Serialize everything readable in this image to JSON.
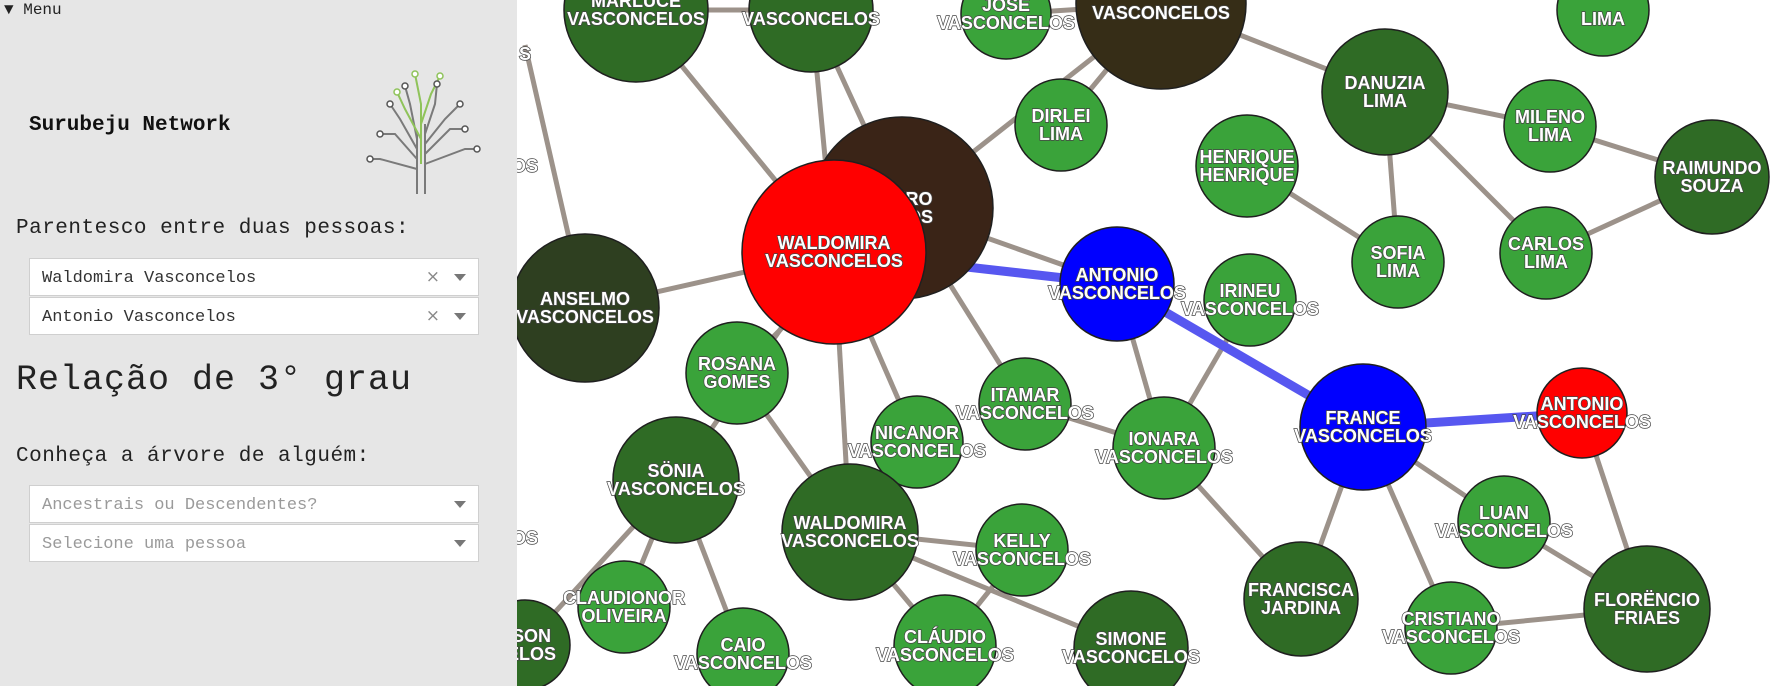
{
  "menu": {
    "toggle_icon": "▼",
    "label": "Menu"
  },
  "brand": {
    "title": "Surubeju Network",
    "logo_icon": "circuit-tree-icon"
  },
  "relationship": {
    "label": "Parentesco entre duas pessoas:",
    "person1": "Waldomira Vasconcelos",
    "person2": "Antonio Vasconcelos",
    "clear_glyph": "×",
    "result": "Relação de 3° grau"
  },
  "tree": {
    "label": "Conheça a árvore de alguém:",
    "type_placeholder": "Ancestrais ou Descendentes?",
    "person_placeholder": "Selecione uma pessoa"
  },
  "colors": {
    "sidebar_bg": "#e6e6e6",
    "path_edge": "#5757f0",
    "edge": "#9c928a",
    "node_endpoint": "#ff0000",
    "node_path": "#0000ff",
    "node_dark_green": "#2f6b25",
    "node_green": "#3aa33a",
    "node_olive": "#2e3f20"
  },
  "graph": {
    "nodes": [
      {
        "id": "marluce",
        "label": [
          "MARLUCE",
          "VASCONCELOS"
        ],
        "type": "darkgreen"
      },
      {
        "id": "v2",
        "label": [
          "",
          "VASCONCELOS"
        ],
        "type": "darkgreen"
      },
      {
        "id": "jose",
        "label": [
          "JOSÉ",
          "VASCONCELOS"
        ],
        "type": "green"
      },
      {
        "id": "v4",
        "label": [
          "",
          "VASCONCELOS"
        ],
        "type": "brown"
      },
      {
        "id": "lima_top",
        "label": [
          "",
          "LIMA"
        ],
        "type": "green"
      },
      {
        "id": "dirlei",
        "label": [
          "DIRLEI",
          "LIMA"
        ],
        "type": "green"
      },
      {
        "id": "danuzia",
        "label": [
          "DANUZIA",
          "LIMA"
        ],
        "type": "darkgreen"
      },
      {
        "id": "mileno",
        "label": [
          "MILENO",
          "LIMA"
        ],
        "type": "green"
      },
      {
        "id": "raimundo",
        "label": [
          "RAIMUNDO",
          "SOUZA"
        ],
        "type": "darkgreen"
      },
      {
        "id": "henrique",
        "label": [
          "HENRIQUE",
          "HENRIQUE"
        ],
        "type": "green"
      },
      {
        "id": "sofia",
        "label": [
          "SOFIA",
          "LIMA"
        ],
        "type": "green"
      },
      {
        "id": "carlos",
        "label": [
          "CARLOS",
          "LIMA"
        ],
        "type": "green"
      },
      {
        "id": "dark_big",
        "label": [
          "OMIRO",
          "CELOS"
        ],
        "type": "darkbrown"
      },
      {
        "id": "waldomira1",
        "label": [
          "WALDOMIRA",
          "VASCONCELOS"
        ],
        "type": "red"
      },
      {
        "id": "antonio1",
        "label": [
          "ANTONIO",
          "VASCONCELOS"
        ],
        "type": "blue"
      },
      {
        "id": "irineu",
        "label": [
          "IRINEU",
          "VASCONCELOS"
        ],
        "type": "green"
      },
      {
        "id": "anselmo",
        "label": [
          "ANSELMO",
          "VASCONCELOS"
        ],
        "type": "olive"
      },
      {
        "id": "rosana",
        "label": [
          "ROSANA",
          "GOMES"
        ],
        "type": "green"
      },
      {
        "id": "itamar",
        "label": [
          "ITAMAR",
          "VASCONCELOS"
        ],
        "type": "green"
      },
      {
        "id": "ionara",
        "label": [
          "IONARA",
          "VASCONCELOS"
        ],
        "type": "green"
      },
      {
        "id": "france",
        "label": [
          "FRANCE",
          "VASCONCELOS"
        ],
        "type": "blue"
      },
      {
        "id": "antonio2",
        "label": [
          "ANTONIO",
          "VASCONCELOS"
        ],
        "type": "red"
      },
      {
        "id": "nicanor",
        "label": [
          "NICANOR",
          "VASCONCELOS"
        ],
        "type": "green"
      },
      {
        "id": "sonia",
        "label": [
          "SÖNIA",
          "VASCONCELOS"
        ],
        "type": "darkgreen"
      },
      {
        "id": "waldomira2",
        "label": [
          "WALDOMIRA",
          "VASCONCELOS"
        ],
        "type": "darkgreen"
      },
      {
        "id": "kelly",
        "label": [
          "KELLY",
          "VASCONCELOS"
        ],
        "type": "green"
      },
      {
        "id": "luan",
        "label": [
          "LUAN",
          "VASCONCELOS"
        ],
        "type": "green"
      },
      {
        "id": "franciscajardina",
        "label": [
          "FRANCISCA",
          "JARDINA"
        ],
        "type": "darkgreen"
      },
      {
        "id": "florencio",
        "label": [
          "FLORËNCIO",
          "FRIAES"
        ],
        "type": "darkgreen"
      },
      {
        "id": "cristiano",
        "label": [
          "CRISTIANO",
          "VASCONCELOS"
        ],
        "type": "green"
      },
      {
        "id": "claudionor",
        "label": [
          "CLAUDIONOR",
          "OLIVEIRA"
        ],
        "type": "green"
      },
      {
        "id": "caio",
        "label": [
          "CAIO",
          "VASCONCELOS"
        ],
        "type": "green"
      },
      {
        "id": "claudio",
        "label": [
          "CLÁUDIO",
          "VASCONCELOS"
        ],
        "type": "green"
      },
      {
        "id": "simone",
        "label": [
          "SIMONE",
          "VASCONCELOS"
        ],
        "type": "darkgreen"
      },
      {
        "id": "edson",
        "label": [
          "DSON",
          "CELOS"
        ],
        "type": "darkgreen"
      },
      {
        "id": "leftA",
        "label": [
          "",
          "S"
        ],
        "type": "none"
      },
      {
        "id": "leftB",
        "label": [
          "",
          "OS"
        ],
        "type": "none"
      },
      {
        "id": "leftC",
        "label": [
          "",
          "OS"
        ],
        "type": "none"
      }
    ],
    "path": [
      [
        "waldomira1",
        "antonio1"
      ],
      [
        "antonio1",
        "france"
      ],
      [
        "france",
        "antonio2"
      ]
    ],
    "edges": [
      [
        "marluce",
        "waldomira1"
      ],
      [
        "v2",
        "waldomira1"
      ],
      [
        "v2",
        "dark_big"
      ],
      [
        "v4",
        "dark_big"
      ],
      [
        "v4",
        "dirlei"
      ],
      [
        "v4",
        "danuzia"
      ],
      [
        "jose",
        "v4"
      ],
      [
        "danuzia",
        "mileno"
      ],
      [
        "mileno",
        "raimundo"
      ],
      [
        "raimundo",
        "carlos"
      ],
      [
        "danuzia",
        "sofia"
      ],
      [
        "danuzia",
        "carlos"
      ],
      [
        "henrique",
        "sofia"
      ],
      [
        "dark_big",
        "antonio1"
      ],
      [
        "dark_big",
        "itamar"
      ],
      [
        "dark_big",
        "rosana"
      ],
      [
        "waldomira1",
        "anselmo"
      ],
      [
        "waldomira1",
        "waldomira2"
      ],
      [
        "waldomira1",
        "nicanor"
      ],
      [
        "waldomira1",
        "sonia"
      ],
      [
        "antonio1",
        "ionara"
      ],
      [
        "irineu",
        "ionara"
      ],
      [
        "rosana",
        "waldomira2"
      ],
      [
        "nicanor",
        "waldomira2"
      ],
      [
        "waldomira2",
        "kelly"
      ],
      [
        "waldomira2",
        "claudio"
      ],
      [
        "waldomira2",
        "simone"
      ],
      [
        "sonia",
        "claudionor"
      ],
      [
        "sonia",
        "caio"
      ],
      [
        "sonia",
        "edson"
      ],
      [
        "ionara",
        "franciscajardina"
      ],
      [
        "france",
        "franciscajardina"
      ],
      [
        "france",
        "luan"
      ],
      [
        "france",
        "cristiano"
      ],
      [
        "luan",
        "florencio"
      ],
      [
        "antonio2",
        "florencio"
      ],
      [
        "cristiano",
        "florencio"
      ],
      [
        "kelly",
        "claudio"
      ],
      [
        "itamar",
        "ionara"
      ],
      [
        "marluce",
        "v2"
      ],
      [
        "anselmo",
        "leftA"
      ]
    ]
  }
}
